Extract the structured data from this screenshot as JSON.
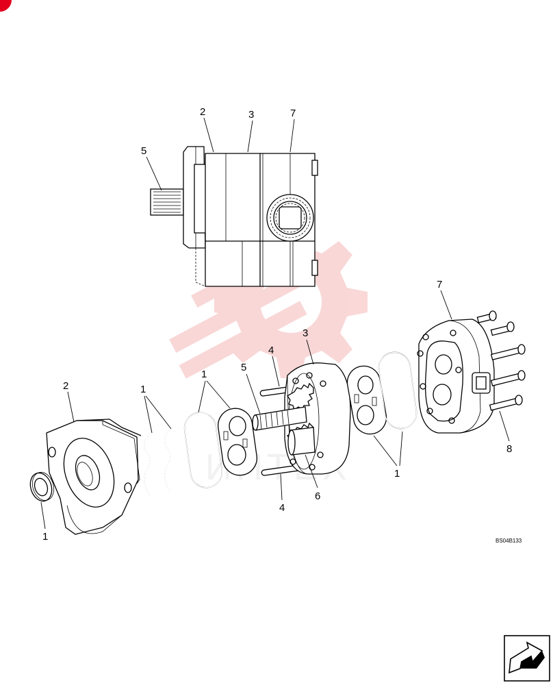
{
  "diagram": {
    "reference_code": "BS04B133",
    "accent_color": "#e3001b",
    "watermark_color": "#f5b8b8",
    "callouts": {
      "top_2": "2",
      "top_3": "3",
      "top_7": "7",
      "top_5": "5",
      "flange_2": "2",
      "seal_1": "1",
      "rings_1": "1",
      "gasket_1": "1",
      "shaft_5": "5",
      "pin_4_top": "4",
      "pin_4_bottom": "4",
      "body_3": "3",
      "gear_6": "6",
      "right_1": "1",
      "cover_7": "7",
      "bolt_8": "8"
    },
    "nav_icon": "next-page-arrow-icon"
  }
}
